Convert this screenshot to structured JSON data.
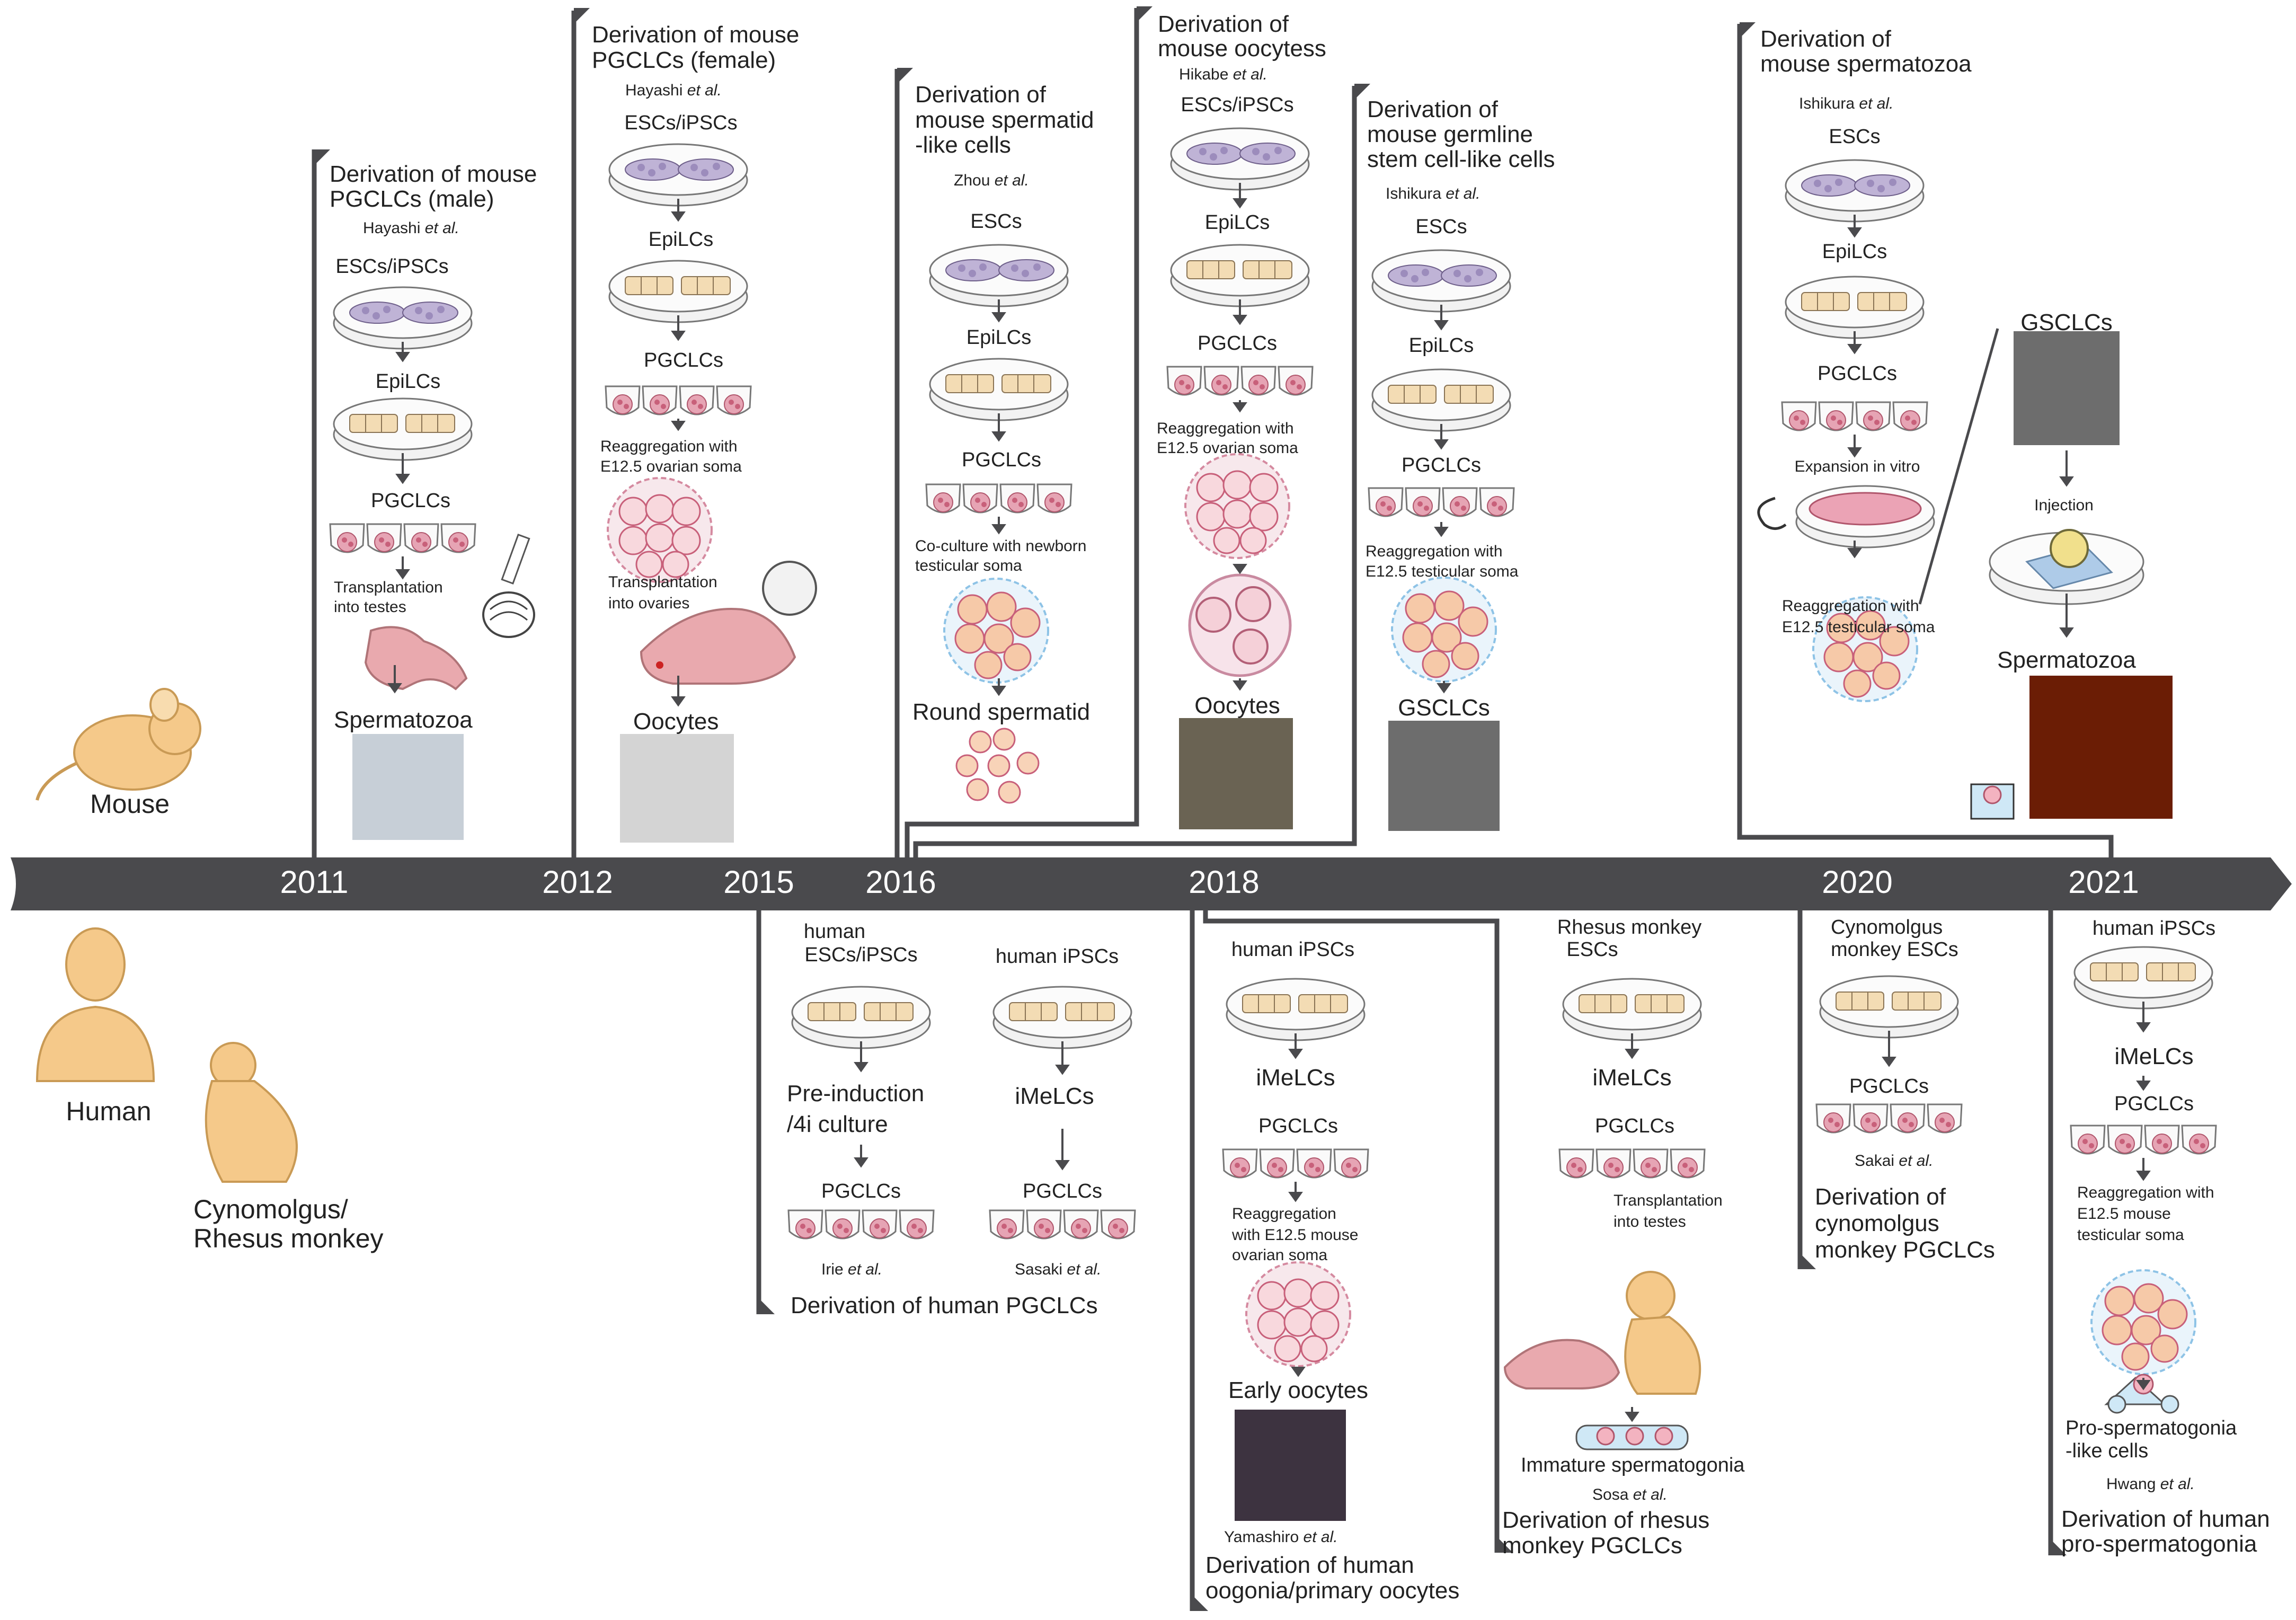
{
  "timeline": {
    "years": [
      "2011",
      "2012",
      "2015",
      "2016",
      "2018",
      "2020",
      "2021"
    ],
    "bar_color": "#4a4a4d",
    "accent_cell_color": "#e6a4b4",
    "animal_color": "#f5c98a"
  },
  "species": {
    "mouse": "Mouse",
    "human": "Human",
    "monkey_1": "Cynomolgus/",
    "monkey_2": "Rhesus monkey"
  },
  "m2011": {
    "title_1": "Derivation of mouse",
    "title_2": "PGCLCs (male)",
    "author": "Hayashi",
    "etal": "et al.",
    "s1": "ESCs/iPSCs",
    "s2": "EpiLCs",
    "s3": "PGCLCs",
    "s4a": "Transplantation",
    "s4b": "into testes",
    "s5": "Spermatozoa"
  },
  "m2012": {
    "title_1": "Derivation of mouse",
    "title_2": "PGCLCs (female)",
    "author": "Hayashi",
    "etal": "et al.",
    "s1": "ESCs/iPSCs",
    "s2": "EpiLCs",
    "s3": "PGCLCs",
    "s4a": "Reaggregation with",
    "s4b": "E12.5 ovarian soma",
    "s5a": "Transplantation",
    "s5b": "into ovaries",
    "s6": "Oocytes"
  },
  "m2016": {
    "title_1": "Derivation of",
    "title_2": "mouse spermatid",
    "title_3": "-like cells",
    "author": "Zhou",
    "etal": "et al.",
    "s1": "ESCs",
    "s2": "EpiLCs",
    "s3": "PGCLCs",
    "s4a": "Co-culture with newborn",
    "s4b": "testicular soma",
    "s5": "Round spermatid"
  },
  "m2018a": {
    "title_1": "Derivation of",
    "title_2": "mouse oocytess",
    "author": "Hikabe",
    "etal": "et al.",
    "s1": "ESCs/iPSCs",
    "s2": "EpiLCs",
    "s3": "PGCLCs",
    "s4a": "Reaggregation with",
    "s4b": "E12.5 ovarian soma",
    "s5": "Oocytes"
  },
  "m2018b": {
    "title_1": "Derivation of",
    "title_2": "mouse germline",
    "title_3": "stem cell-like cells",
    "author": "Ishikura",
    "etal": "et al.",
    "s1": "ESCs",
    "s2": "EpiLCs",
    "s3": "PGCLCs",
    "s4a": "Reaggregation with",
    "s4b": "E12.5 testicular soma",
    "s5": "GSCLCs"
  },
  "m2020": {
    "title_1": "Derivation of",
    "title_2": "mouse spermatozoa",
    "author": "Ishikura",
    "etal": "et al.",
    "s1": "ESCs",
    "s2": "EpiLCs",
    "s3": "PGCLCs",
    "s4": "Expansion in vitro",
    "s5a": "Reaggregation with",
    "s5b": "E12.5 testicular soma",
    "s6": "GSCLCs",
    "s7": "Injection",
    "s8": "Spermatozoa"
  },
  "h2015a": {
    "s1a": "human",
    "s1b": "ESCs/iPSCs",
    "s2a": "Pre-induction",
    "s2b": "/4i culture",
    "s3": "PGCLCs",
    "author": "Irie",
    "etal": "et al."
  },
  "h2015b": {
    "s1": "human iPSCs",
    "s2": "iMeLCs",
    "s3": "PGCLCs",
    "author": "Sasaki",
    "etal": "et al.",
    "title": "Derivation of human PGCLCs"
  },
  "h2018a": {
    "s1": "human iPSCs",
    "s2": "iMeLCs",
    "s3": "PGCLCs",
    "s4a": "Reaggregation",
    "s4b": "with E12.5 mouse",
    "s4c": "ovarian soma",
    "s5": "Early oocytes",
    "author": "Yamashiro",
    "etal": "et al.",
    "title_1": "Derivation of human",
    "title_2": "oogonia/primary oocytes"
  },
  "h2018b": {
    "s1a": "Rhesus monkey",
    "s1b": "ESCs",
    "s2": "iMeLCs",
    "s3": "PGCLCs",
    "s4a": "Transplantation",
    "s4b": "into testes",
    "s5": "Immature spermatogonia",
    "author": "Sosa",
    "etal": "et al.",
    "title_1": "Derivation of rhesus",
    "title_2": "monkey PGCLCs"
  },
  "h2020": {
    "s1a": "Cynomolgus",
    "s1b": "monkey ESCs",
    "s2": "PGCLCs",
    "author": "Sakai",
    "etal": "et al.",
    "title_1": "Derivation of",
    "title_2": "cynomolgus",
    "title_3": "monkey PGCLCs"
  },
  "h2021": {
    "s1": "human iPSCs",
    "s2": "iMeLCs",
    "s3": "PGCLCs",
    "s4a": "Reaggregation with",
    "s4b": "E12.5 mouse",
    "s4c": "testicular soma",
    "s5a": "Pro-spermatogonia",
    "s5b": "-like cells",
    "author": "Hwang",
    "etal": "et al.",
    "title_1": "Derivation of human",
    "title_2": "pro-spermatogonia"
  }
}
